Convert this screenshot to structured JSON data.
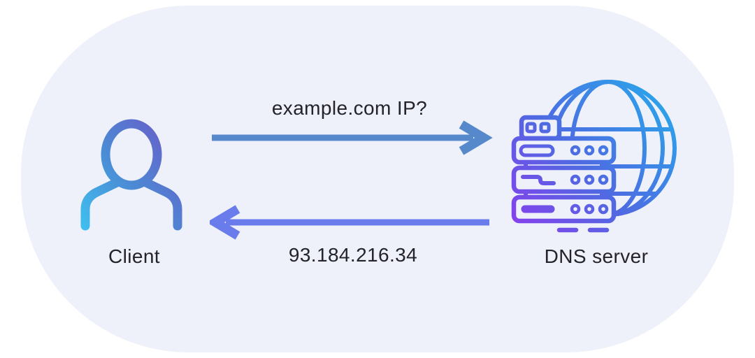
{
  "diagram": {
    "client": {
      "label": "Client",
      "icon": "person-icon"
    },
    "dns_server": {
      "label": "DNS server",
      "icon": "server-globe-icon"
    },
    "request": {
      "text": "example.com IP?",
      "direction": "right"
    },
    "response": {
      "text": "93.184.216.34",
      "direction": "left"
    }
  },
  "theme": {
    "page_bg": "#ffffff",
    "card_bg": "#eef0fa",
    "text_color": "#232329",
    "arrow_request": "#5589cb",
    "arrow_response": "#6a7ceb",
    "client_gradient_start": "#3ec3f0",
    "client_gradient_mid": "#4b8bd5",
    "client_gradient_end": "#6a5bc8",
    "dns_gradient_start": "#9038ee",
    "dns_gradient_mid": "#4e6be2",
    "dns_gradient_end": "#23b2ec"
  }
}
